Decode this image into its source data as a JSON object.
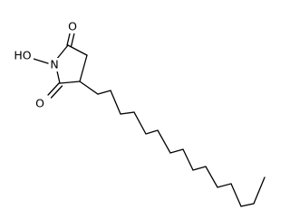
{
  "molecule": {
    "atoms": {
      "hydroxyl": "HO",
      "nitrogen": "N",
      "oxygen_top": "O",
      "oxygen_bottom": "O"
    },
    "colors": {
      "bond": "#000000",
      "label": "#000000",
      "background": "#ffffff"
    }
  }
}
